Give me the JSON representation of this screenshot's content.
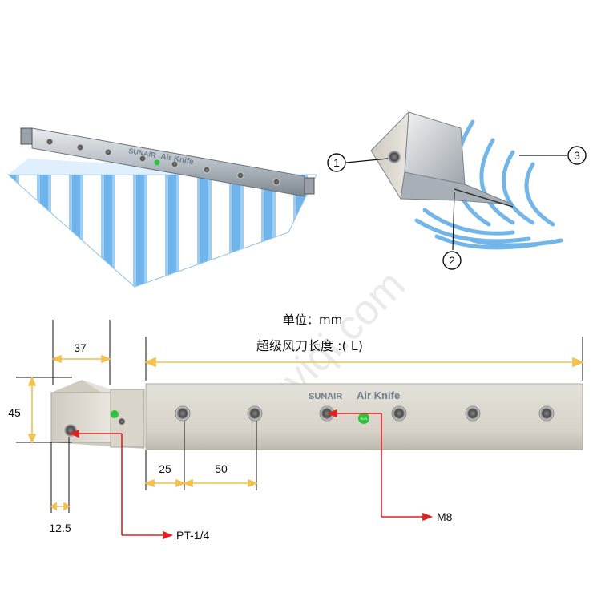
{
  "brand": {
    "logo_text": "SUNAIR",
    "product_text": "Air Knife"
  },
  "watermark": "uyiqi.com",
  "callouts": {
    "c1": "1",
    "c2": "2",
    "c3": "3"
  },
  "units_label": "单位：mm",
  "length_label": "超级风刀长度 :( L)",
  "led_label": "RUN",
  "dimensions": {
    "width": "37",
    "height": "45",
    "first_hole_offset": "25",
    "hole_pitch": "50",
    "inlet_offset": "12.5"
  },
  "ports": {
    "inlet": "PT-1/4",
    "bolt": "M8"
  },
  "colors": {
    "dimension_line": "#f2c14e",
    "pointer": "#e02020",
    "body": "#d9d5cb",
    "led": "#2fc33c",
    "airflow": "#4aa3e6"
  }
}
